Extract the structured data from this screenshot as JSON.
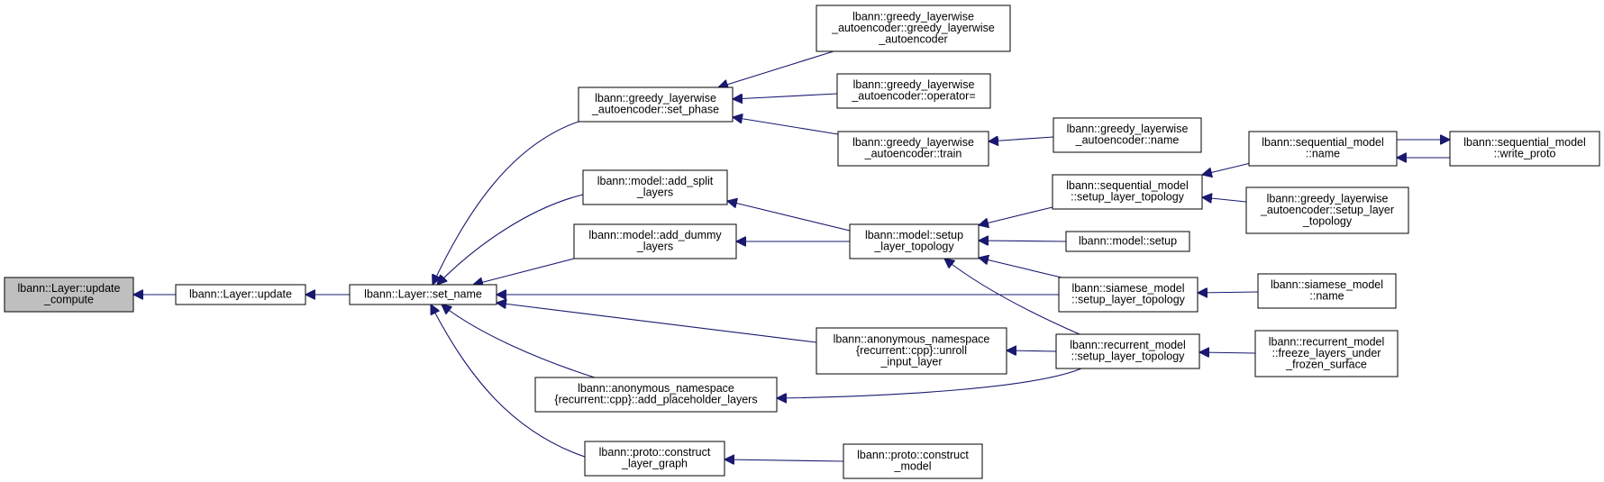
{
  "colors": {
    "edge": "#191970",
    "node_fill": "#ffffff",
    "node_fill_highlighted": "#bfbfbf",
    "node_border": "#000000"
  },
  "nodes": [
    {
      "id": "update_compute",
      "lines": [
        "lbann::Layer::update",
        "_compute"
      ],
      "highlighted": true
    },
    {
      "id": "update",
      "lines": [
        "lbann::Layer::update"
      ]
    },
    {
      "id": "set_name",
      "lines": [
        "lbann::Layer::set_name"
      ]
    },
    {
      "id": "gla_set_phase",
      "lines": [
        "lbann::greedy_layerwise",
        "_autoencoder::set_phase"
      ]
    },
    {
      "id": "gla_ctor",
      "lines": [
        "lbann::greedy_layerwise",
        "_autoencoder::greedy_layerwise",
        "_autoencoder"
      ]
    },
    {
      "id": "gla_operator",
      "lines": [
        "lbann::greedy_layerwise",
        "_autoencoder::operator="
      ]
    },
    {
      "id": "gla_train",
      "lines": [
        "lbann::greedy_layerwise",
        "_autoencoder::train"
      ]
    },
    {
      "id": "gla_name",
      "lines": [
        "lbann::greedy_layerwise",
        "_autoencoder::name"
      ]
    },
    {
      "id": "add_split",
      "lines": [
        "lbann::model::add_split",
        "_layers"
      ]
    },
    {
      "id": "add_dummy",
      "lines": [
        "lbann::model::add_dummy",
        "_layers"
      ]
    },
    {
      "id": "model_setup_topo",
      "lines": [
        "lbann::model::setup",
        "_layer_topology"
      ]
    },
    {
      "id": "seq_setup_topo",
      "lines": [
        "lbann::sequential_model",
        "::setup_layer_topology"
      ]
    },
    {
      "id": "seq_name",
      "lines": [
        "lbann::sequential_model",
        "::name"
      ]
    },
    {
      "id": "seq_write_proto",
      "lines": [
        "lbann::sequential_model",
        "::write_proto"
      ]
    },
    {
      "id": "gla_setup_topo",
      "lines": [
        "lbann::greedy_layerwise",
        "_autoencoder::setup_layer",
        "_topology"
      ]
    },
    {
      "id": "model_setup",
      "lines": [
        "lbann::model::setup"
      ]
    },
    {
      "id": "siamese_setup_topo",
      "lines": [
        "lbann::siamese_model",
        "::setup_layer_topology"
      ]
    },
    {
      "id": "siamese_name",
      "lines": [
        "lbann::siamese_model",
        "::name"
      ]
    },
    {
      "id": "anon_unroll",
      "lines": [
        "lbann::anonymous_namespace",
        "{recurrent::cpp}::unroll",
        "_input_layer"
      ]
    },
    {
      "id": "rec_setup_topo",
      "lines": [
        "lbann::recurrent_model",
        "::setup_layer_topology"
      ]
    },
    {
      "id": "rec_freeze",
      "lines": [
        "lbann::recurrent_model",
        "::freeze_layers_under",
        "_frozen_surface"
      ]
    },
    {
      "id": "anon_add_placeholder",
      "lines": [
        "lbann::anonymous_namespace",
        "{recurrent::cpp}::add_placeholder_layers"
      ]
    },
    {
      "id": "proto_construct_graph",
      "lines": [
        "lbann::proto::construct",
        "_layer_graph"
      ]
    },
    {
      "id": "proto_construct_model",
      "lines": [
        "lbann::proto::construct",
        "_model"
      ]
    }
  ],
  "edges": [
    {
      "from": "update",
      "to": "update_compute"
    },
    {
      "from": "set_name",
      "to": "update"
    },
    {
      "from": "gla_set_phase",
      "to": "set_name"
    },
    {
      "from": "add_split",
      "to": "set_name"
    },
    {
      "from": "add_dummy",
      "to": "set_name"
    },
    {
      "from": "siamese_setup_topo",
      "to": "set_name"
    },
    {
      "from": "anon_unroll",
      "to": "set_name"
    },
    {
      "from": "anon_add_placeholder",
      "to": "set_name"
    },
    {
      "from": "proto_construct_graph",
      "to": "set_name"
    },
    {
      "from": "gla_ctor",
      "to": "gla_set_phase"
    },
    {
      "from": "gla_operator",
      "to": "gla_set_phase"
    },
    {
      "from": "gla_train",
      "to": "gla_set_phase"
    },
    {
      "from": "gla_name",
      "to": "gla_train"
    },
    {
      "from": "model_setup_topo",
      "to": "add_split"
    },
    {
      "from": "model_setup_topo",
      "to": "add_dummy"
    },
    {
      "from": "seq_setup_topo",
      "to": "model_setup_topo"
    },
    {
      "from": "model_setup",
      "to": "model_setup_topo"
    },
    {
      "from": "siamese_setup_topo",
      "to": "model_setup_topo"
    },
    {
      "from": "rec_setup_topo",
      "to": "model_setup_topo"
    },
    {
      "from": "seq_name",
      "to": "seq_setup_topo"
    },
    {
      "from": "gla_setup_topo",
      "to": "seq_setup_topo"
    },
    {
      "from": "seq_write_proto",
      "to": "seq_name"
    },
    {
      "from": "seq_name",
      "to": "seq_write_proto"
    },
    {
      "from": "siamese_name",
      "to": "siamese_setup_topo"
    },
    {
      "from": "rec_setup_topo",
      "to": "anon_unroll"
    },
    {
      "from": "rec_setup_topo",
      "to": "anon_add_placeholder"
    },
    {
      "from": "rec_freeze",
      "to": "rec_setup_topo"
    },
    {
      "from": "proto_construct_model",
      "to": "proto_construct_graph"
    }
  ]
}
